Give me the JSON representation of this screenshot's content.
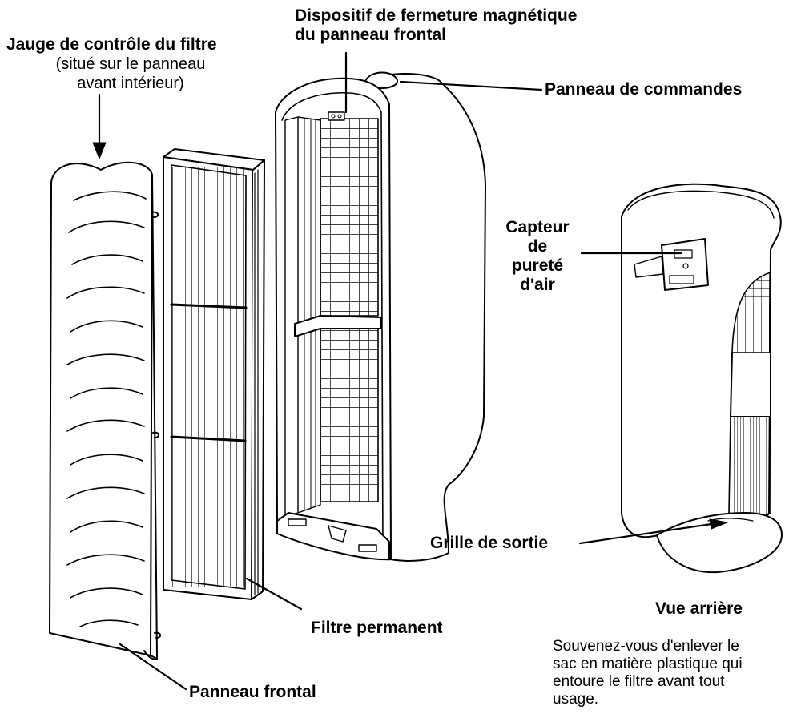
{
  "labels": {
    "filter_gauge": {
      "title": "Jauge de contrôle du filtre",
      "detail_line1": "(situé sur le panneau",
      "detail_line2": "avant intérieur)"
    },
    "magnetic_closure": {
      "line1": "Dispositif de fermeture magnétique",
      "line2": "du panneau frontal"
    },
    "control_panel": "Panneau de commandes",
    "air_purity_sensor": [
      "Capteur",
      "de",
      "pureté",
      "d'air"
    ],
    "outlet_grille": "Grille de sortie",
    "permanent_filter": "Filtre permanent",
    "front_panel": "Panneau frontal",
    "rear_view": "Vue arrière",
    "note": [
      "Souvenez-vous d'enlever le",
      "sac en matière plastique qui",
      "entoure le filtre avant tout",
      "usage."
    ]
  },
  "icons": [
    "front-panel-illustration",
    "filter-illustration",
    "purifier-body-illustration",
    "purifier-rear-illustration"
  ]
}
